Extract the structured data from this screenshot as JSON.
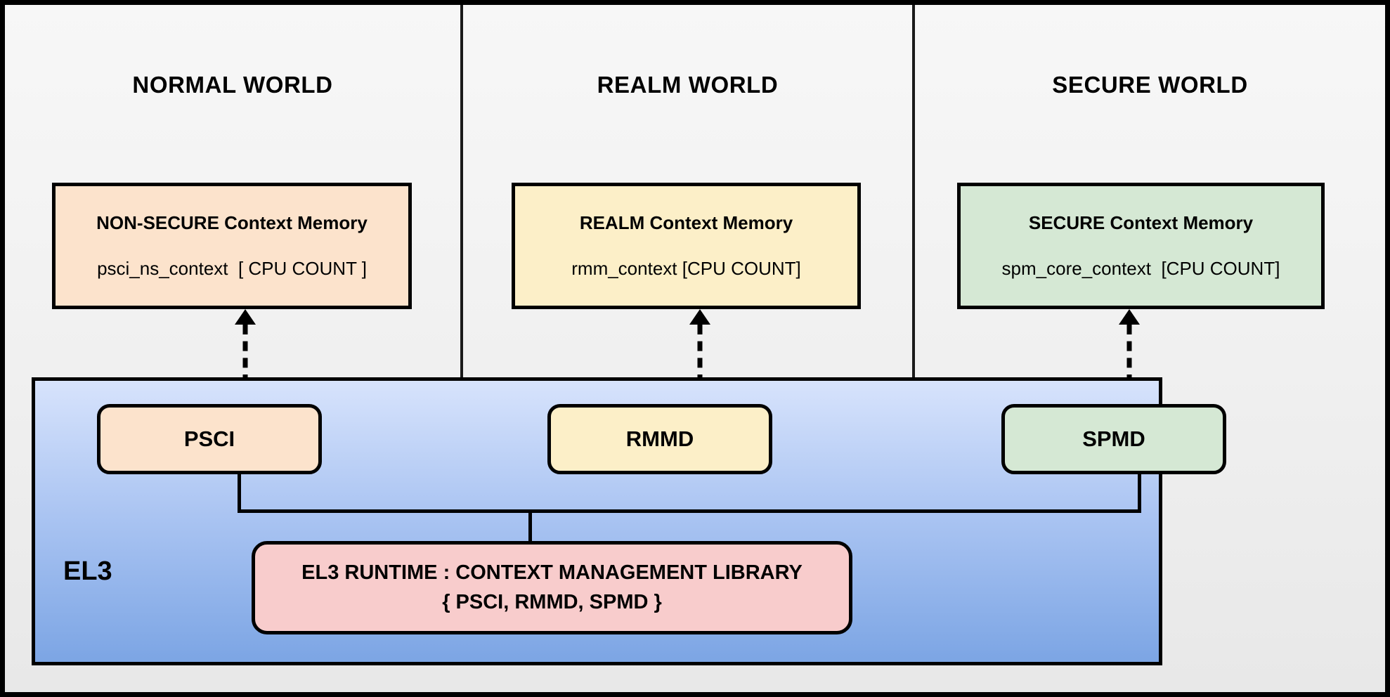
{
  "diagram": {
    "worlds": [
      {
        "title": "NORMAL WORLD",
        "context": {
          "title": "NON-SECURE Context Memory",
          "subtitle": "psci_ns_context  [ CPU COUNT ]",
          "fill": "#fce3cc"
        },
        "dispatcher": {
          "label": "PSCI",
          "fill": "#fce3cc"
        },
        "link": "bidirectional-dashed-arrow"
      },
      {
        "title": "REALM WORLD",
        "context": {
          "title": "REALM Context Memory",
          "subtitle": "rmm_context [CPU COUNT]",
          "fill": "#fcefc8"
        },
        "dispatcher": {
          "label": "RMMD",
          "fill": "#fcefc8"
        },
        "link": "bidirectional-dashed-arrow"
      },
      {
        "title": "SECURE WORLD",
        "context": {
          "title": "SECURE Context Memory",
          "subtitle": "spm_core_context  [CPU COUNT]",
          "fill": "#d5e8d4"
        },
        "dispatcher": {
          "label": "SPMD",
          "fill": "#d5e8d4"
        },
        "link": "bidirectional-dashed-arrow"
      }
    ],
    "el3": {
      "label": "EL3",
      "gradient_top": "#d7e3fc",
      "gradient_bottom": "#7ca5e4"
    },
    "runtime": {
      "line1": "EL3 RUNTIME : CONTEXT MANAGEMENT LIBRARY",
      "line2": "{ PSCI, RMMD, SPMD }",
      "fill": "#f8cccc"
    },
    "colors": {
      "outline": "#000000",
      "background_top": "#f7f7f7",
      "background_bottom": "#e8e8e8"
    }
  }
}
